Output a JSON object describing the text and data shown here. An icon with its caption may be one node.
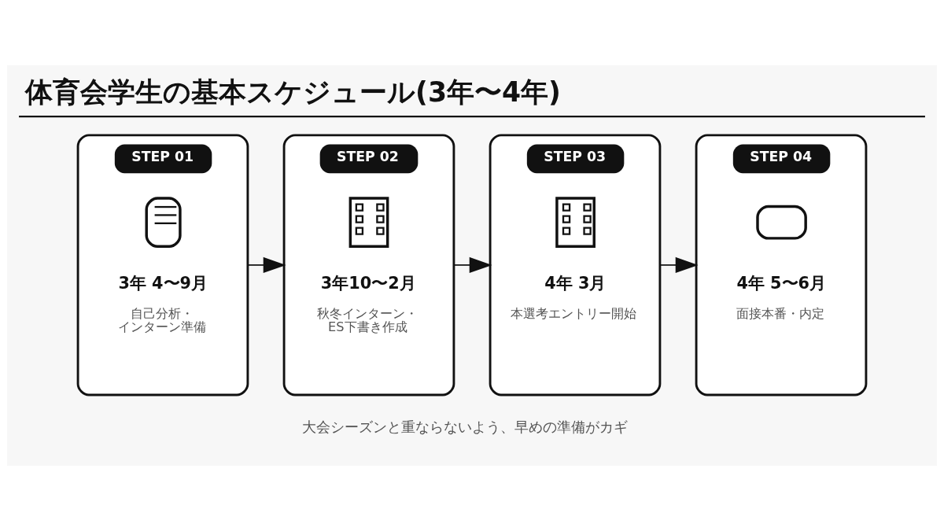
{
  "diagram": {
    "title": "体育会学生の基本スケジュール(3年〜4年)",
    "caption": "大会シーズンと重ならないよう、早めの準備がカギ",
    "nodes": [
      {
        "text": [
          "STEP 01",
          "3年 4〜9月",
          "自己分析・インターン準備"
        ]
      },
      {
        "text": [
          "STEP 02",
          "3年10〜2月",
          "秋冬インターン・ES下書き作成"
        ]
      },
      {
        "text": [
          "STEP 03",
          "4年 3月",
          "本選考エントリー開始"
        ]
      },
      {
        "text": [
          "STEP 04",
          "4年 5〜6月",
          "面接本番・内定"
        ]
      }
    ],
    "edges": [
      {
        "from": 0,
        "to": 1,
        "arrow": "to"
      },
      {
        "from": 1,
        "to": 2,
        "arrow": "to"
      },
      {
        "from": 2,
        "to": 3,
        "arrow": "to"
      }
    ]
  }
}
